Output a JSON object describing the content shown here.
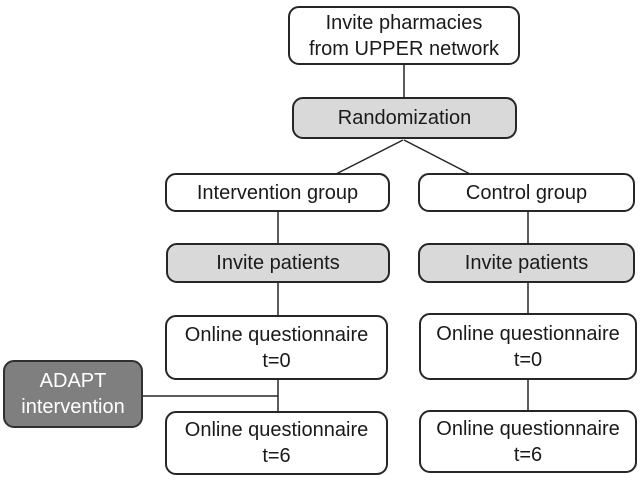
{
  "diagram": {
    "nodes": {
      "invite_pharmacies": "Invite pharmacies\nfrom UPPER network",
      "randomization": "Randomization",
      "intervention_group": "Intervention group",
      "control_group": "Control group",
      "invite_patients_intervention": "Invite patients",
      "invite_patients_control": "Invite patients",
      "questionnaire_t0_intervention": "Online questionnaire\nt=0",
      "questionnaire_t0_control": "Online questionnaire\nt=0",
      "adapt_intervention": "ADAPT\nintervention",
      "questionnaire_t6_intervention": "Online questionnaire\nt=6",
      "questionnaire_t6_control": "Online questionnaire\nt=6"
    }
  },
  "colors": {
    "background": "#ffffff",
    "box_white": "#ffffff",
    "box_light_gray": "#d9d9d9",
    "box_dark_gray": "#7f7f7f",
    "box_border": "#262626",
    "dark_box_border": "#303030",
    "line": "#262626",
    "text_dark": "#1a1a1a",
    "text_light": "#ffffff"
  }
}
